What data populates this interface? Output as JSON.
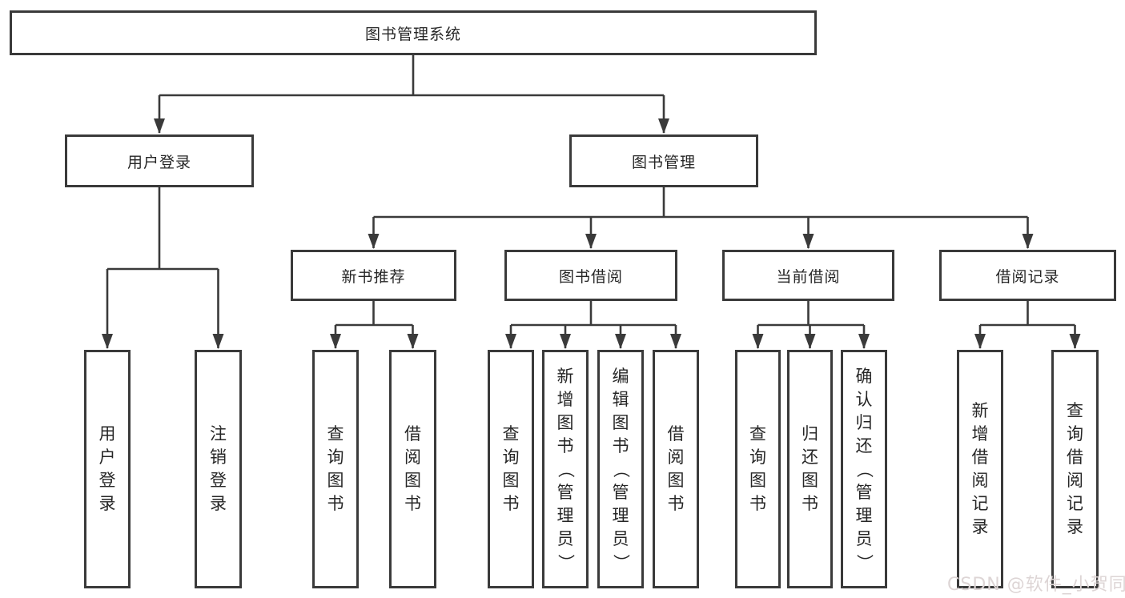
{
  "diagram": {
    "root": {
      "label": "图书管理系统"
    },
    "level2": [
      {
        "label": "用户登录"
      },
      {
        "label": "图书管理"
      }
    ],
    "level3": [
      {
        "label": "新书推荐"
      },
      {
        "label": "图书借阅"
      },
      {
        "label": "当前借阅"
      },
      {
        "label": "借阅记录"
      }
    ],
    "leaves": {
      "user_login": [
        "用户登录",
        "注销登录"
      ],
      "new_book_recommendation": [
        "查询图书",
        "借阅图书"
      ],
      "book_borrowing": [
        "查询图书",
        "新增图书（管理员）",
        "编辑图书（管理员）",
        "借阅图书"
      ],
      "current_borrowing": [
        "查询图书",
        "归还图书",
        "确认归还（管理员）"
      ],
      "borrowing_records": [
        "新增借阅记录",
        "查询借阅记录"
      ]
    }
  },
  "watermark": {
    "text": "CSDN @软件_小贺同学",
    "color": "#ddd5d5"
  },
  "colors": {
    "line": "#3a3a3a",
    "text": "#262626",
    "background": "#ffffff"
  }
}
